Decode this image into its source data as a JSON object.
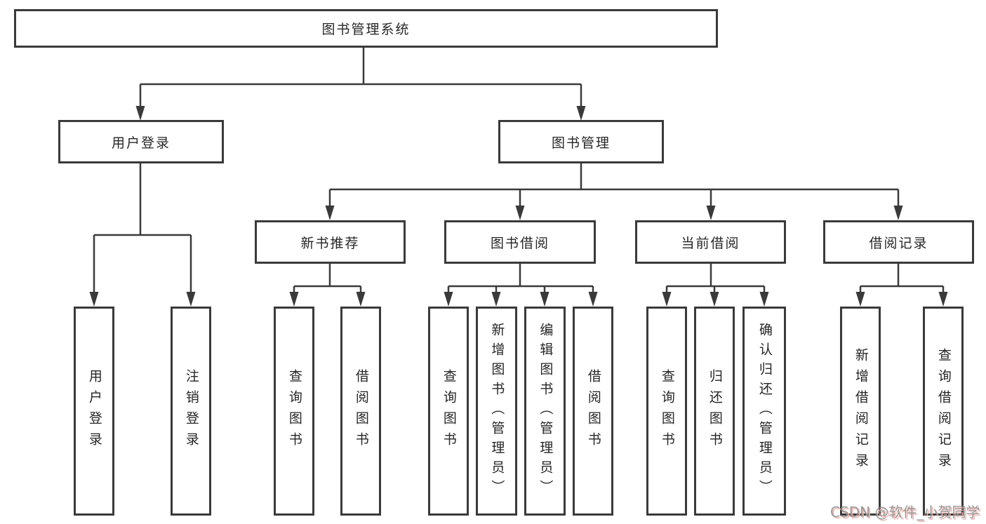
{
  "title": "图书管理系统",
  "tree": {
    "root": "图书管理系统",
    "branches": [
      {
        "label": "用户登录",
        "children": [
          "用户登录",
          "注销登录"
        ]
      },
      {
        "label": "图书管理",
        "groups": [
          {
            "label": "新书推荐",
            "children": [
              "查询图书",
              "借阅图书"
            ]
          },
          {
            "label": "图书借阅",
            "children": [
              "查询图书",
              "新增图书（管理员）",
              "编辑图书（管理员）",
              "借阅图书"
            ]
          },
          {
            "label": "当前借阅",
            "children": [
              "查询图书",
              "归还图书",
              "确认归还（管理员）"
            ]
          },
          {
            "label": "借阅记录",
            "children": [
              "新增借阅记录",
              "查询借阅记录"
            ]
          }
        ]
      }
    ]
  },
  "watermark": {
    "text": "CSDN @软件_小贺同学"
  },
  "colors": {
    "line": "#3a3a3a",
    "text": "#262626",
    "background": "#ffffff",
    "watermark_text": "#8f8f8f",
    "watermark_shadow": "#f0b0aa"
  }
}
